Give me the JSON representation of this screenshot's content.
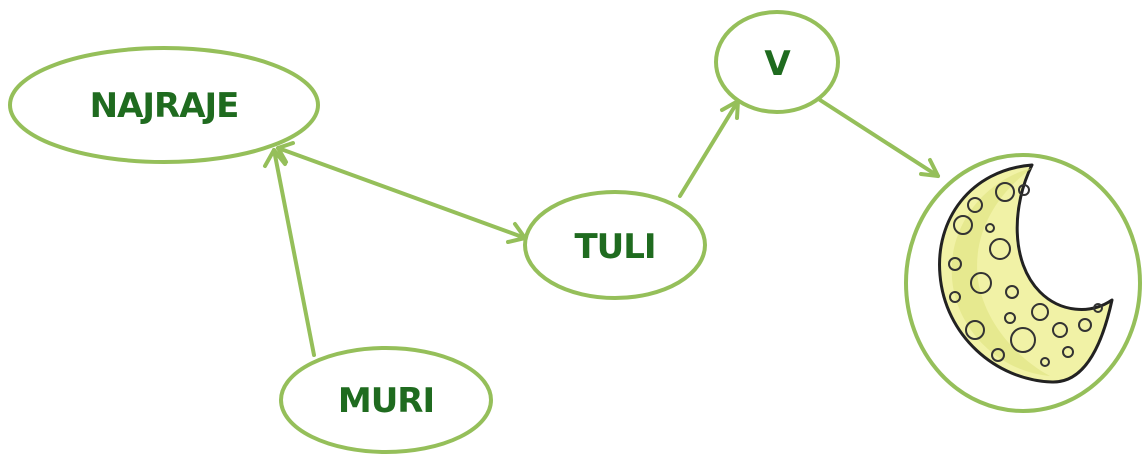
{
  "colors": {
    "stroke": "#95bf5a",
    "label": "#1f6b1f",
    "moon_fill": "#f1f2a6",
    "moon_shade": "#dfe380",
    "moon_outline": "#222222"
  },
  "nodes": {
    "najraje": {
      "label": "NAJRAJE"
    },
    "tuli": {
      "label": "TULI"
    },
    "v": {
      "label": "V"
    },
    "muri": {
      "label": "MURI"
    },
    "moon": {
      "icon": "crescent-moon-icon"
    }
  }
}
